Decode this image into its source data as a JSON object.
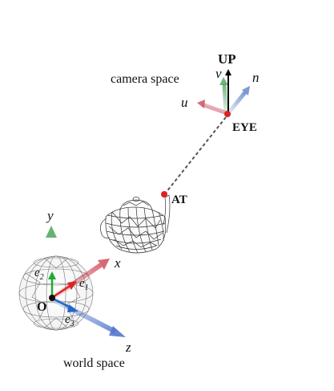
{
  "labels": {
    "up": "UP",
    "camera_space": "camera space",
    "v": "v",
    "n": "n",
    "u": "u",
    "eye": "EYE",
    "at": "AT",
    "y": "y",
    "x": "x",
    "z": "z",
    "e1": "e",
    "e1_sub": "1",
    "e2": "e",
    "e2_sub": "2",
    "e3": "e",
    "e3_sub": "3",
    "origin": "O",
    "world_space": "world space"
  },
  "colors": {
    "u_axis": "#cc5566",
    "v_axis": "#55aa66",
    "n_axis": "#6688cc",
    "up_arrow": "#000000",
    "eye_point": "#dd2222",
    "at_point": "#dd2222",
    "x_axis": "#cc4455",
    "y_axis": "#55aa66",
    "z_axis": "#5577cc",
    "e1": "#dd2222",
    "e2": "#22aa33",
    "e3": "#2266cc",
    "sightline": "#555555",
    "wireframe": "#333333"
  },
  "icons": {
    "teapot": "teapot-wireframe-icon",
    "sphere": "wireframe-sphere-icon"
  }
}
